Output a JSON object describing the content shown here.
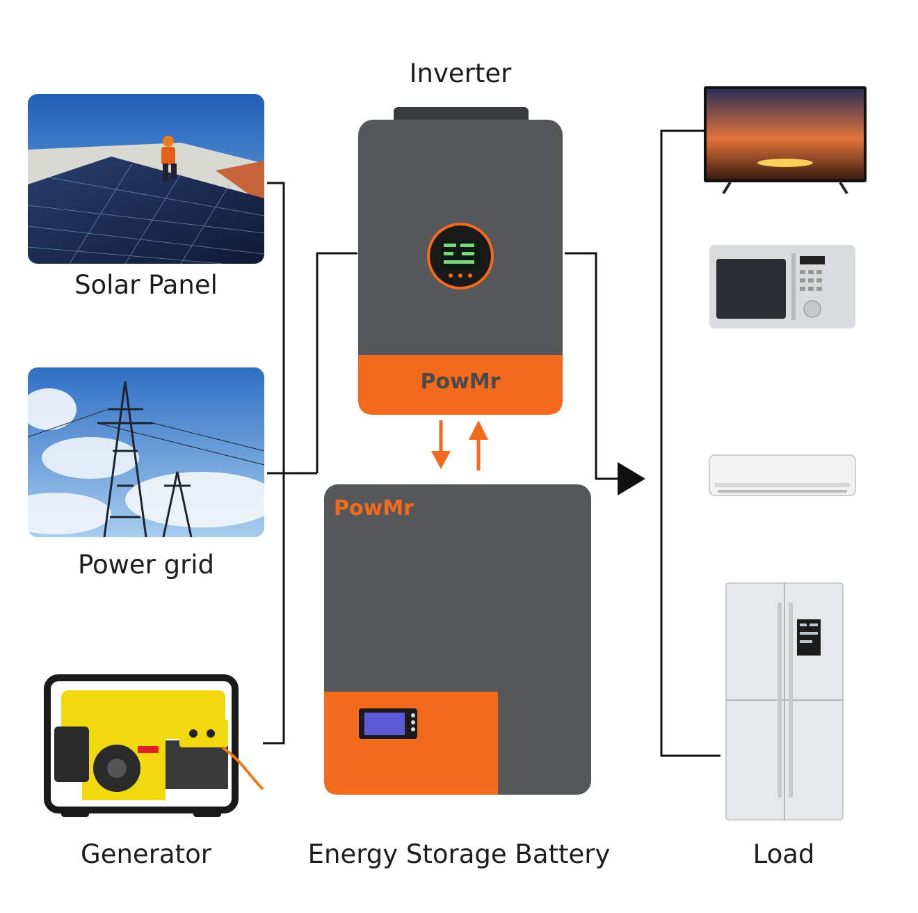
{
  "diagram": {
    "sources": [
      {
        "id": "solar",
        "label": "Solar Panel"
      },
      {
        "id": "grid",
        "label": "Power grid"
      },
      {
        "id": "generator",
        "label": "Generator"
      }
    ],
    "inverter": {
      "label": "Inverter",
      "brand": "PowMr"
    },
    "battery": {
      "label": "Energy Storage Battery",
      "brand": "PowMr"
    },
    "load": {
      "label": "Load",
      "appliances": [
        "tv-icon",
        "microwave-icon",
        "air-conditioner-icon",
        "refrigerator-icon"
      ]
    },
    "colors": {
      "device_body": "#555759",
      "accent_orange": "#f26a1b",
      "line": "#111111"
    }
  }
}
